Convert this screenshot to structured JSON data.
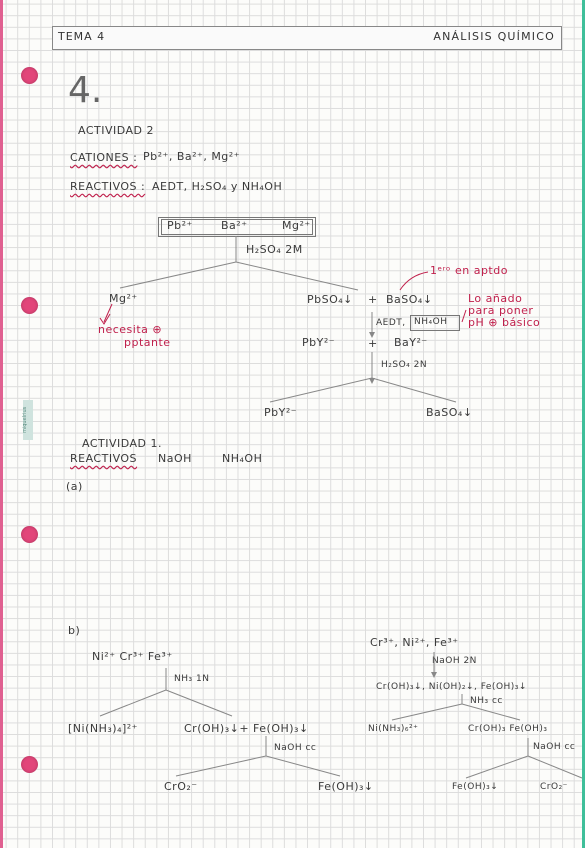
{
  "header": {
    "left": "TEMA 4",
    "right": "ANÁLISIS QUÍMICO"
  },
  "section_number": "4.",
  "brand": "miquelrius",
  "act2": {
    "title": "ACTIVIDAD 2",
    "cationes_label": "CATIONES :",
    "cationes_value": "Pb²⁺, Ba²⁺, Mg²⁺",
    "reactivos_label": "REACTIVOS :",
    "reactivos_value": "AEDT, H₂SO₄ y NH₄OH",
    "box_pb": "Pb²⁺",
    "box_ba": "Ba²⁺",
    "box_mg": "Mg²⁺",
    "reagent1": "H₂SO₄ 2M",
    "left_product": "Mg²⁺",
    "precip_left": "PbSO₄↓",
    "plus1": "+",
    "precip_right": "BaSO₄↓",
    "note_first": "1ᵉʳᵒ en aptdo",
    "note_add_1": "Lo añado",
    "note_add_2": "para poner",
    "note_add_3": "pH ⊕ básico",
    "note_nec_1": "necesita ⊕",
    "note_nec_2": "pptante",
    "aedt": "AEDT,",
    "nh4oh_boxed": "NH₄OH",
    "pby": "PbY²⁻",
    "plus2": "+",
    "bay": "BaY²⁻",
    "reagent2": "H₂SO₄ 2N",
    "final_left": "PbY²⁻",
    "final_right": "BaSO₄↓"
  },
  "act1": {
    "title": "ACTIVIDAD 1.",
    "reactivos_label": "REACTIVOS",
    "reactivo_1": "NaOH",
    "reactivo_2": "NH₄OH",
    "part_a": "(a)",
    "part_b": "b)"
  },
  "scheme_left": {
    "cations": "Ni²⁺  Cr³⁺  Fe³⁺",
    "reagent": "NH₃ 1N",
    "prod_left": "[Ni(NH₃)₄]²⁺",
    "prod_right": "Cr(OH)₃↓+ Fe(OH)₃↓",
    "reagent2": "NaOH cc",
    "final_left": "CrO₂⁻",
    "final_right": "Fe(OH)₃↓"
  },
  "scheme_right": {
    "cations": "Cr³⁺, Ni²⁺, Fe³⁺",
    "reagent1": "NaOH 2N",
    "precipitates": "Cr(OH)₃↓, Ni(OH)₂↓, Fe(OH)₃↓",
    "reagent2": "NH₃ cc",
    "prod_left": "Ni(NH₃)₆²⁺",
    "prod_right": "Cr(OH)₃  Fe(OH)₃",
    "reagent3": "NaOH cc",
    "final_left": "Fe(OH)₃↓",
    "final_right": "CrO₂⁻"
  },
  "colors": {
    "ink": "#3a3a3a",
    "red_ink": "#c0204c",
    "holes": "#e2467a",
    "grid": "#dcdcdc"
  }
}
